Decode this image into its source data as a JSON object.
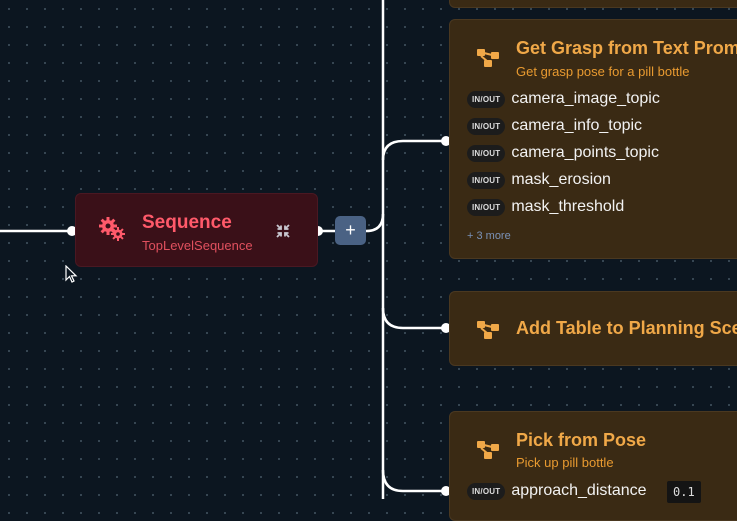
{
  "sequence_node": {
    "title": "Sequence",
    "subtitle": "TopLevelSequence",
    "add_button_label": "+"
  },
  "behaviors": [
    {
      "title": "Get Grasp from Text Prompt",
      "subtitle": "Get grasp pose for a pill bottle",
      "ports": [
        {
          "badge": "IN/OUT",
          "name": "camera_image_topic"
        },
        {
          "badge": "IN/OUT",
          "name": "camera_info_topic"
        },
        {
          "badge": "IN/OUT",
          "name": "camera_points_topic"
        },
        {
          "badge": "IN/OUT",
          "name": "mask_erosion"
        },
        {
          "badge": "IN/OUT",
          "name": "mask_threshold"
        }
      ],
      "more": "+ 3 more"
    },
    {
      "title": "Add Table to Planning Scene"
    },
    {
      "title": "Pick from Pose",
      "subtitle": "Pick up pill bottle",
      "ports": [
        {
          "badge": "IN/OUT",
          "name": "approach_distance",
          "value": "0.1"
        }
      ]
    }
  ],
  "colors": {
    "canvas": "#0c1620",
    "sequence_bg": "#3a1018",
    "sequence_text": "#ff5a6a",
    "behavior_bg": "#3a2a14",
    "behavior_title": "#f0a848",
    "add_button": "#4a6284"
  },
  "icons": {
    "sequence": "gears-icon",
    "collapse": "collapse-arrows-icon",
    "behavior": "hierarchy-icon"
  }
}
